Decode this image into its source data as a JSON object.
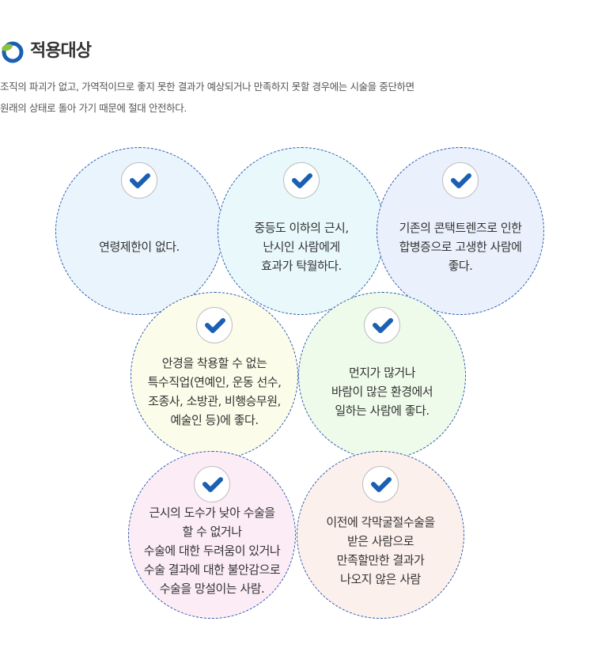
{
  "page": {
    "title": "적용대상",
    "description": "조직의 파괴가 없고, 가역적이므로 좋지 못한 결과가 예상되거나 만족하지 못할 경우에는 시술을 중단하면\n원래의 상태로 돌아 가기 때문에 절대 안전하다.",
    "colors": {
      "accent": "#1a5fb4",
      "check": "#1a5fb4",
      "leaf": "#8bc43f",
      "border": "#2a5ab0"
    }
  },
  "targets": [
    {
      "text": "연령제한이 없다.",
      "bg": "#eaf4fc"
    },
    {
      "text": "중등도 이하의 근시,\n난시인 사람에게\n효과가 탁월하다.",
      "bg": "#e8f8fb"
    },
    {
      "text": "기존의 콘택트렌즈로 인한\n합병증으로 고생한 사람에\n좋다.",
      "bg": "#eaf0fc"
    },
    {
      "text": "안경을 착용할 수 없는\n특수직업(연예인, 운동 선수,\n조종사, 소방관, 비행승무원,\n예술인 등)에 좋다.",
      "bg": "#fcfcea"
    },
    {
      "text": "먼지가 많거나\n바람이 많은 환경에서\n일하는 사람에 좋다.",
      "bg": "#eefbea"
    },
    {
      "text": "근시의 도수가 낮아 수술을\n할 수 없거나\n수술에 대한 두려움이 있거나\n수술 결과에 대한 불안감으로\n수술을 망설이는 사람.",
      "bg": "#fcecf6"
    },
    {
      "text": "이전에 각막굴절수술을\n받은 사람으로\n만족할만한 결과가\n나오지 않은 사람",
      "bg": "#fcf0ec"
    }
  ]
}
